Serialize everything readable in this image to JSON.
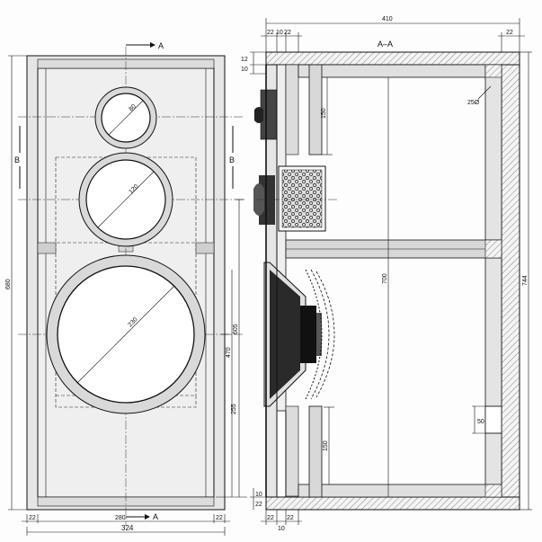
{
  "drawing": {
    "section_letter_a": "A",
    "section_letter_b": "B",
    "section_title": "A–A",
    "front_view": {
      "width_total": "324",
      "inner_width": "280",
      "wall_left": "22",
      "wall_right": "22",
      "height_total": "680",
      "dim_605": "605",
      "dim_470": "470",
      "dim_255": "255",
      "driver_tweeter": "80",
      "driver_mid": "120",
      "driver_woofer": "230"
    },
    "side_view": {
      "depth_total": "410",
      "top_22a": "22",
      "top_10": "10",
      "top_22b": "22",
      "top_right_22": "22",
      "left_12": "12",
      "left_10": "10",
      "dim_150_top": "150",
      "dim_700": "700",
      "dim_744": "744",
      "dim_150_bottom": "150",
      "port_50": "50",
      "port_25": "25Ø",
      "bot_10": "10",
      "bot_22": "22",
      "bot2_22a": "22",
      "bot2_22b": "22",
      "bot2_10": "10"
    }
  },
  "colors": {
    "line": "#111111",
    "panel": "#e6e6e6",
    "paper": "#fdfdfd"
  }
}
